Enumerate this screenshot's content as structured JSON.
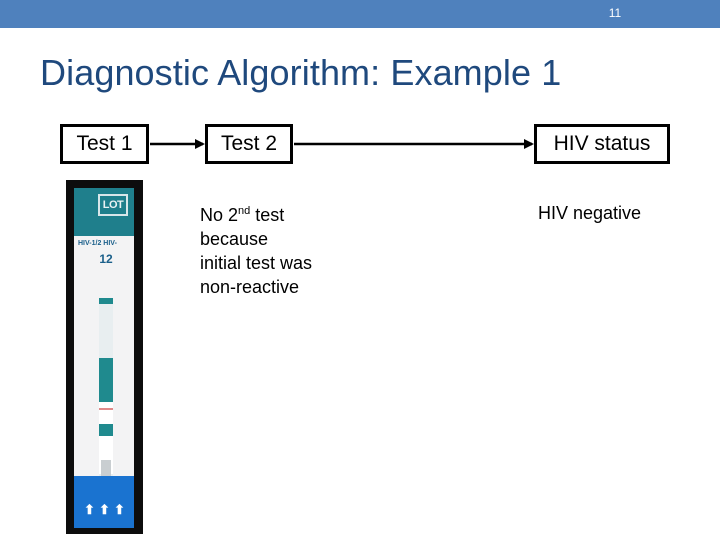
{
  "slide": {
    "number": "11",
    "title": "Diagnostic Algorithm: Example 1",
    "accent_color": "#4f81bd",
    "title_color": "#1f497d"
  },
  "flow": {
    "test1": "Test 1",
    "test2": "Test 2",
    "status": "HIV status"
  },
  "note": {
    "line1_pre": "No 2",
    "line1_sup": "nd",
    "line1_post": " test",
    "line2": "because",
    "line3": "initial test was",
    "line4": "non-reactive"
  },
  "result": "HIV negative",
  "strip": {
    "lot": "LOT",
    "hiv_label": "HIV-1/2  HIV-",
    "number": "12",
    "arrow_icon": "up-arrow-icon",
    "arrows": [
      "⬆",
      "⬆",
      "⬆"
    ]
  }
}
